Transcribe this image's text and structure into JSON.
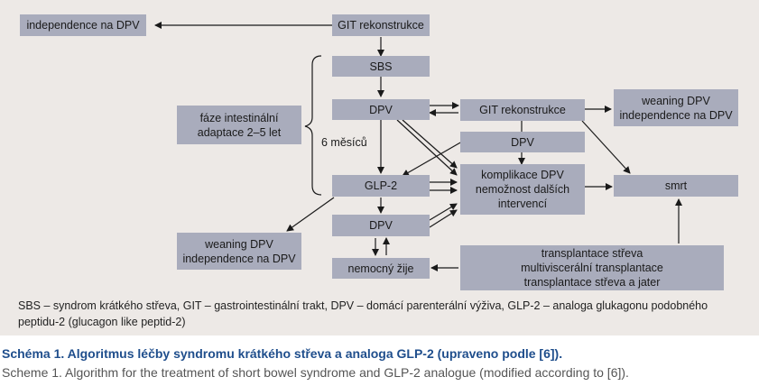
{
  "diagram": {
    "boxes": {
      "independence_top": "independence na DPV",
      "git_top": "GIT rekonstrukce",
      "sbs": "SBS",
      "dpv1": "DPV",
      "git_mid": "GIT rekonstrukce",
      "weaning_right": "weaning DPV\nindependence na DPV",
      "faze": "fáze intestinální\nadaptace 2–5 let",
      "dpv_mid": "DPV",
      "komplikace": "komplikace DPV\nnemožnost dalších\nintervencí",
      "smrt": "smrt",
      "glp2": "GLP-2",
      "dpv2": "DPV",
      "weaning_left": "weaning DPV\nindependence na DPV",
      "nemocny": "nemocný žije",
      "transplantace": "transplantace střeva\nmultiviscerální transplantace\ntransplantace střeva a jater"
    },
    "label_6mesicu": "6 měsíců"
  },
  "legend": "SBS – syndrom krátkého střeva, GIT – gastrointestinální trakt, DPV – domácí parenterální výživa, GLP-2 – analoga glukagonu podobného peptidu-2 (glucagon like peptid-2)",
  "caption": {
    "cz": "Schéma 1. Algoritmus léčby syndromu krátkého střeva a analoga GLP-2 (upraveno podle [6]).",
    "en": "Scheme 1. Algorithm for the treatment of short bowel syndrome and GLP-2 analogue (modified according to [6])."
  },
  "colors": {
    "panel": "#ede9e6",
    "box": "#a9acbc",
    "arrow": "#1a1a1a",
    "caption_title": "#1f4e8c"
  }
}
